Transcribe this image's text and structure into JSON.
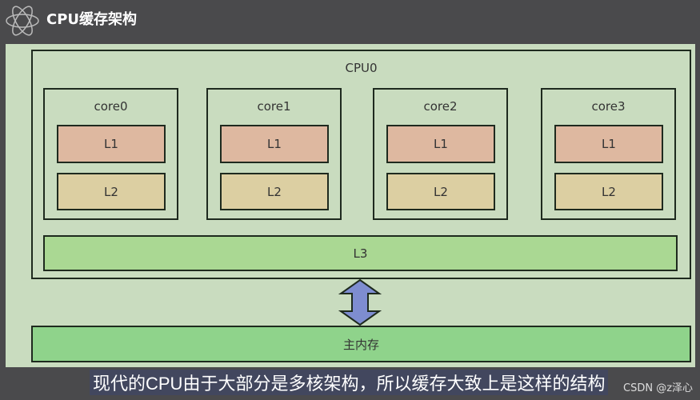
{
  "header": {
    "title": "CPU缓存架构",
    "logo_icon": "atom-icon"
  },
  "diagram": {
    "cpu": "CPU0",
    "cores": [
      {
        "name": "core0",
        "l1": "L1",
        "l2": "L2"
      },
      {
        "name": "core1",
        "l1": "L1",
        "l2": "L2"
      },
      {
        "name": "core2",
        "l1": "L1",
        "l2": "L2"
      },
      {
        "name": "core3",
        "l1": "L1",
        "l2": "L2"
      }
    ],
    "l3": "L3",
    "memory": "主内存",
    "colors": {
      "panel": "#c9dcbf",
      "l1": "#deb8a0",
      "l2": "#dccfa2",
      "l3": "#aad893",
      "memory": "#8fd38b",
      "arrow": "#7e8dd0"
    }
  },
  "subtitle": "现代的CPU由于大部分是多核架构，所以缓存大致上是这样的结构",
  "watermark": "CSDN @z泽心"
}
